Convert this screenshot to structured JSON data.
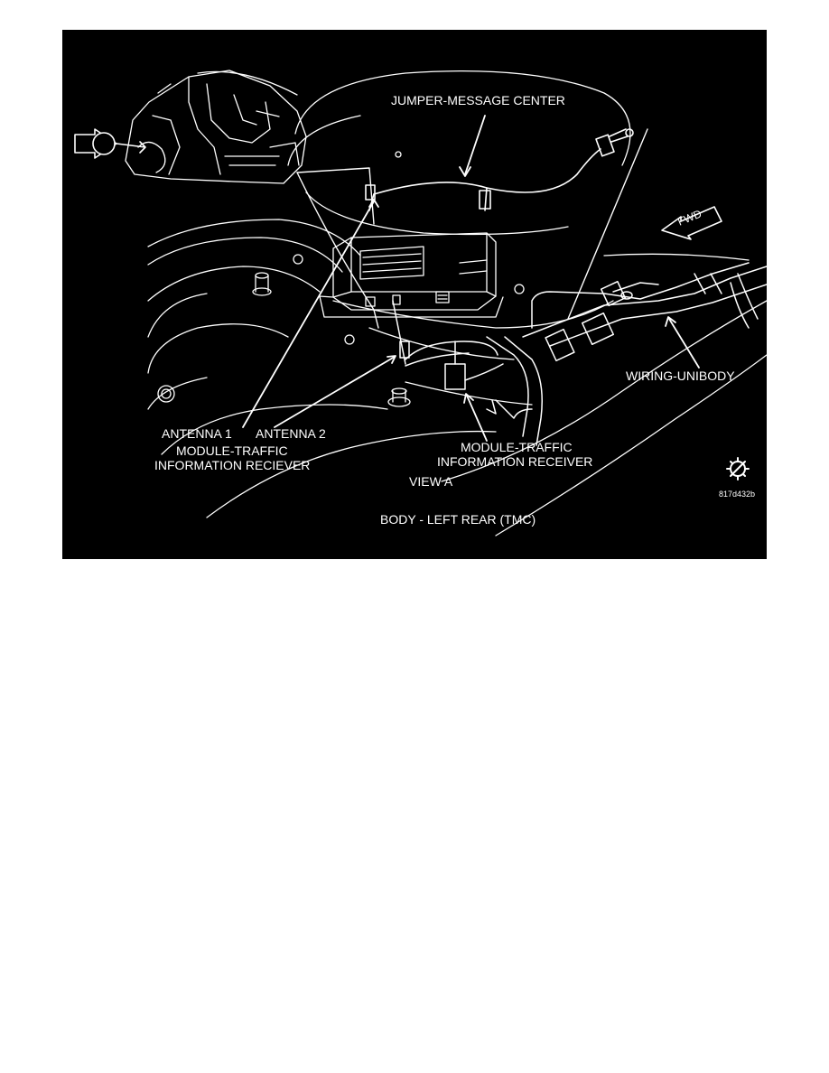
{
  "diagram": {
    "labels": {
      "jumper": "JUMPER-MESSAGE CENTER",
      "fwd": "FWD",
      "view_callout": "A",
      "wiring": "WIRING-UNIBODY",
      "antenna1": "ANTENNA 1",
      "antenna2": "ANTENNA 2",
      "module_left_line1": "MODULE-TRAFFIC",
      "module_left_line2": "INFORMATION RECIEVER",
      "module_right_line1": "MODULE-TRAFFIC",
      "module_right_line2": "INFORMATION RECEIVER",
      "view": "VIEW A",
      "caption": "BODY - LEFT REAR (TMC)",
      "figure_code": "817d432b"
    },
    "colors": {
      "background": "#000000",
      "linework": "#ffffff",
      "page": "#ffffff"
    },
    "icons": {
      "logo": "gear-logo-icon",
      "direction": "fwd-arrow-icon"
    }
  }
}
